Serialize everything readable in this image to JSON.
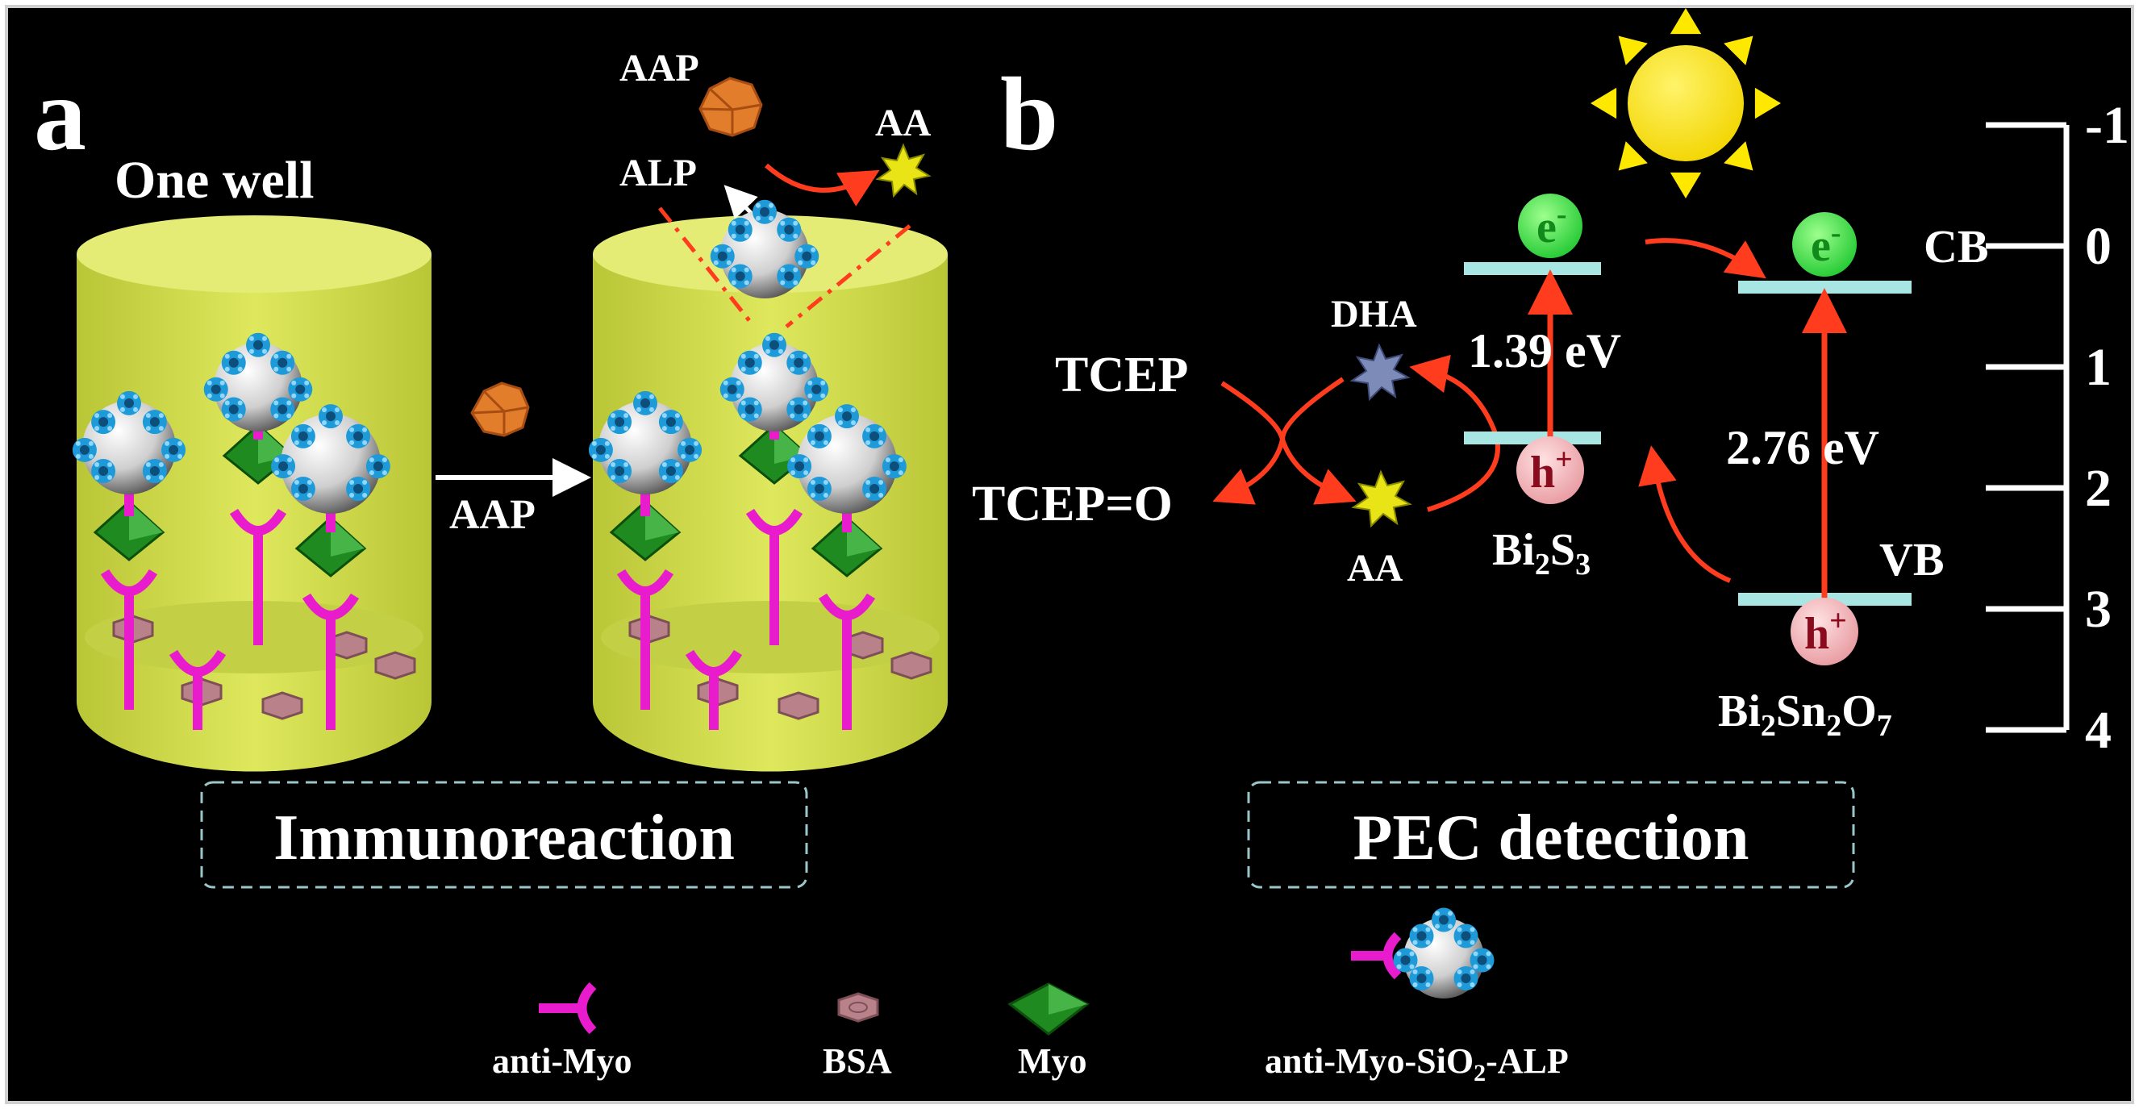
{
  "panel_a": {
    "letter": "a",
    "well_label": "One well",
    "reagent_top": "AAP",
    "enzyme_label": "ALP",
    "product_label": "AA",
    "arrow_label": "AAP",
    "caption": "Immunoreaction"
  },
  "panel_b": {
    "letter": "b",
    "tcep": "TCEP",
    "tcep_oxide": "TCEP=O",
    "dha": "DHA",
    "aa": "AA",
    "electron": "e",
    "electron_sup": "-",
    "hole": "h",
    "hole_sup": "+",
    "gap_bi2s3": "1.39 eV",
    "gap_bi2sn2o7": "2.76 eV",
    "cb": "CB",
    "vb": "VB",
    "bi2s3": {
      "a": "Bi",
      "b": "2",
      "c": "S",
      "d": "3"
    },
    "bi2sn2o7": {
      "a": "Bi",
      "b": "2",
      "c": "Sn",
      "d": "2",
      "e": "O",
      "f": "7"
    },
    "scale_ticks": [
      "-1",
      "0",
      "1",
      "2",
      "3",
      "4"
    ],
    "caption": "PEC detection"
  },
  "legend": {
    "anti_myo": "anti-Myo",
    "bsa": "BSA",
    "myo": "Myo",
    "conjugate": {
      "a": "anti-Myo-SiO",
      "b": "2",
      "c": "-ALP"
    }
  },
  "colors": {
    "background": "#000000",
    "well": "#d6e24f",
    "antibody": "#e81ccd",
    "myo": "#1f8a1f",
    "bsa": "#b9828a",
    "alp": "#28a9e6",
    "aap": "#e27d2b",
    "aa": "#e8e416",
    "dha": "#7d8bb8",
    "arrow": "#ff3c1e",
    "level": "#a8e6e4",
    "electron": "#3fe84a",
    "hole": "#f4b5b8",
    "sun": "#ffe800"
  }
}
